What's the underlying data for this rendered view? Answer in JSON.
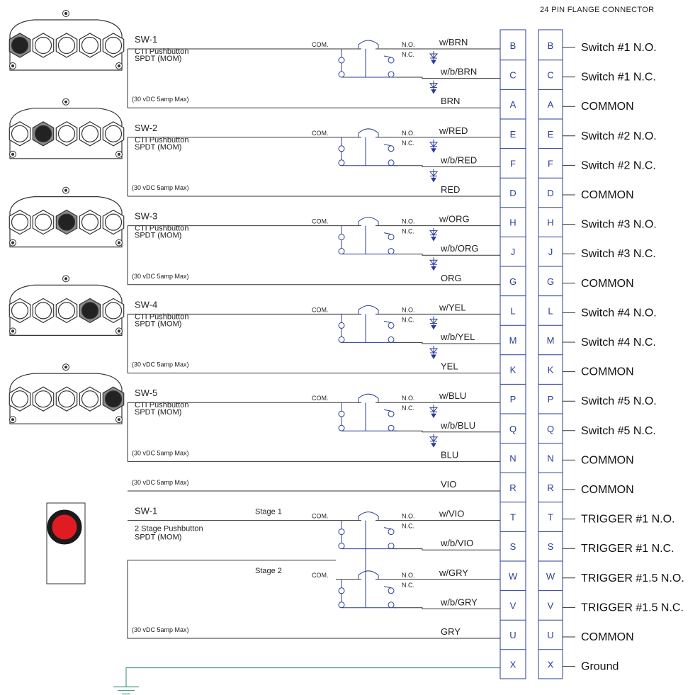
{
  "connector": {
    "title": "24 PIN FLANGE CONNECTOR",
    "pins": [
      {
        "pin": "B",
        "desc": "Switch #1 N.O."
      },
      {
        "pin": "C",
        "desc": "Switch #1 N.C."
      },
      {
        "pin": "A",
        "desc": "COMMON"
      },
      {
        "pin": "E",
        "desc": "Switch #2 N.O."
      },
      {
        "pin": "F",
        "desc": "Switch #2 N.C."
      },
      {
        "pin": "D",
        "desc": "COMMON"
      },
      {
        "pin": "H",
        "desc": "Switch #3 N.O."
      },
      {
        "pin": "J",
        "desc": "Switch #3 N.C."
      },
      {
        "pin": "G",
        "desc": "COMMON"
      },
      {
        "pin": "L",
        "desc": "Switch #4 N.O."
      },
      {
        "pin": "M",
        "desc": "Switch #4 N.C."
      },
      {
        "pin": "K",
        "desc": "COMMON"
      },
      {
        "pin": "P",
        "desc": "Switch #5 N.O."
      },
      {
        "pin": "Q",
        "desc": "Switch #5 N.C."
      },
      {
        "pin": "N",
        "desc": "COMMON"
      },
      {
        "pin": "R",
        "desc": "COMMON"
      },
      {
        "pin": "T",
        "desc": "TRIGGER #1 N.O."
      },
      {
        "pin": "S",
        "desc": "TRIGGER #1 N.C."
      },
      {
        "pin": "W",
        "desc": "TRIGGER #1.5 N.O."
      },
      {
        "pin": "V",
        "desc": "TRIGGER #1.5 N.C."
      },
      {
        "pin": "U",
        "desc": "COMMON"
      },
      {
        "pin": "X",
        "desc": "Ground"
      }
    ]
  },
  "switches": [
    {
      "title": "SW-1",
      "sub1": "CTI Pushbutton",
      "sub2": "SPDT (MOM)",
      "rating": "(30 vDC 5amp Max)",
      "no_wire": "w/BRN",
      "nc_wire": "w/b/BRN",
      "com_wire": "BRN",
      "active_button": 0
    },
    {
      "title": "SW-2",
      "sub1": "CTI Pushbutton",
      "sub2": "SPDT (MOM)",
      "rating": "(30 vDC 5amp Max)",
      "no_wire": "w/RED",
      "nc_wire": "w/b/RED",
      "com_wire": "RED",
      "active_button": 1
    },
    {
      "title": "SW-3",
      "sub1": "CTI Pushbutton",
      "sub2": "SPDT (MOM)",
      "rating": "(30 vDC 5amp Max)",
      "no_wire": "w/ORG",
      "nc_wire": "w/b/ORG",
      "com_wire": "ORG",
      "active_button": 2
    },
    {
      "title": "SW-4",
      "sub1": "CTI Pushbutton",
      "sub2": "SPDT (MOM)",
      "rating": "(30 vDC 5amp Max)",
      "no_wire": "w/YEL",
      "nc_wire": "w/b/YEL",
      "com_wire": "YEL",
      "active_button": 3
    },
    {
      "title": "SW-5",
      "sub1": "CTI Pushbutton",
      "sub2": "SPDT (MOM)",
      "rating": "(30 vDC 5amp Max)",
      "no_wire": "w/BLU",
      "nc_wire": "w/b/BLU",
      "com_wire": "BLU",
      "active_button": 4
    }
  ],
  "contact_labels": {
    "com": "COM.",
    "no": "N.O.",
    "nc": "N.C."
  },
  "trigger": {
    "title": "SW-1",
    "sub1": "2 Stage Pushbutton",
    "sub2": "SPDT (MOM)",
    "top_rating": "(30 vDC 5amp Max)",
    "top_wire": "VIO",
    "stage1": "Stage 1",
    "stage2": "Stage 2",
    "stage1_no_wire": "w/VIO",
    "stage1_nc_wire": "w/b/VIO",
    "stage2_no_wire": "w/GRY",
    "stage2_nc_wire": "w/b/GRY",
    "bottom_rating": "(30 vDC 5amp Max)",
    "bottom_wire": "GRY"
  },
  "colors": {
    "line": "#333333",
    "schematic": "#2a3d9a",
    "ground": "#2e8b6e",
    "button_active": "#222222",
    "trigger_red": "#e11b22"
  }
}
